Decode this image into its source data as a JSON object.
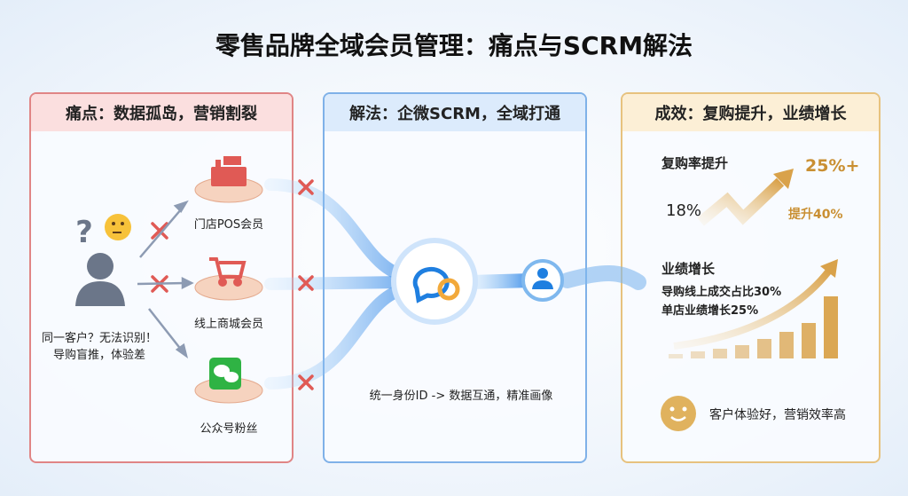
{
  "title": "零售品牌全域会员管理：痛点与SCRM解法",
  "panels": {
    "pain": {
      "header": "痛点：数据孤岛，营销割裂",
      "channels": [
        "门店POS会员",
        "线上商城会员",
        "公众号粉丝"
      ],
      "customer_text": [
        "同一客户？无法识别！",
        "导购盲推，体验差"
      ]
    },
    "solution": {
      "header": "解法：企微SCRM，全域打通",
      "caption": "统一身份ID -> 数据互通，精准画像"
    },
    "result": {
      "header": "成效：复购提升，业绩增长",
      "repurchase_title": "复购率提升",
      "repurchase_from": "18%",
      "repurchase_to": "25%+",
      "repurchase_lift": "提升40%",
      "growth_title": "业绩增长",
      "growth_lines": [
        "导购线上成交占比30%",
        "单店业绩增长25%"
      ],
      "footer": "客户体验好，营销效率高"
    }
  },
  "colors": {
    "pain": "#e05a55",
    "solution": "#3d8ee8",
    "result": "#d9a24a"
  }
}
